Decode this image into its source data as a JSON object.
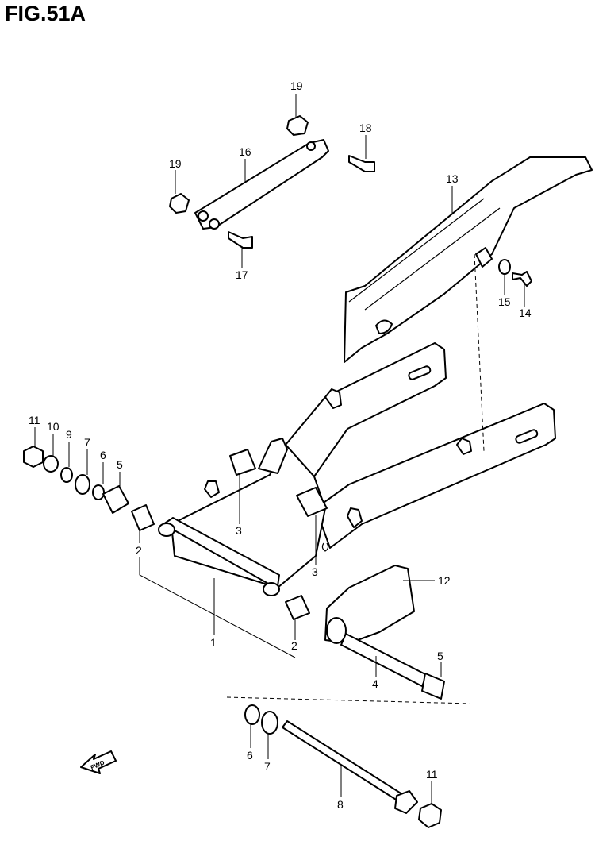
{
  "figure": {
    "title": "FIG.51A"
  },
  "callouts": {
    "c1": "1",
    "c2a": "2",
    "c2b": "2",
    "c3a": "3",
    "c3b": "3",
    "c4": "4",
    "c5a": "5",
    "c5b": "5",
    "c6a": "6",
    "c6b": "6",
    "c7a": "7",
    "c7b": "7",
    "c8": "8",
    "c9": "9",
    "c10": "10",
    "c11a": "11",
    "c11b": "11",
    "c12": "12",
    "c13": "13",
    "c14": "14",
    "c15": "15",
    "c16": "16",
    "c17": "17",
    "c18": "18",
    "c19a": "19",
    "c19b": "19"
  },
  "fwd_arrow": {
    "label": "FWD"
  }
}
